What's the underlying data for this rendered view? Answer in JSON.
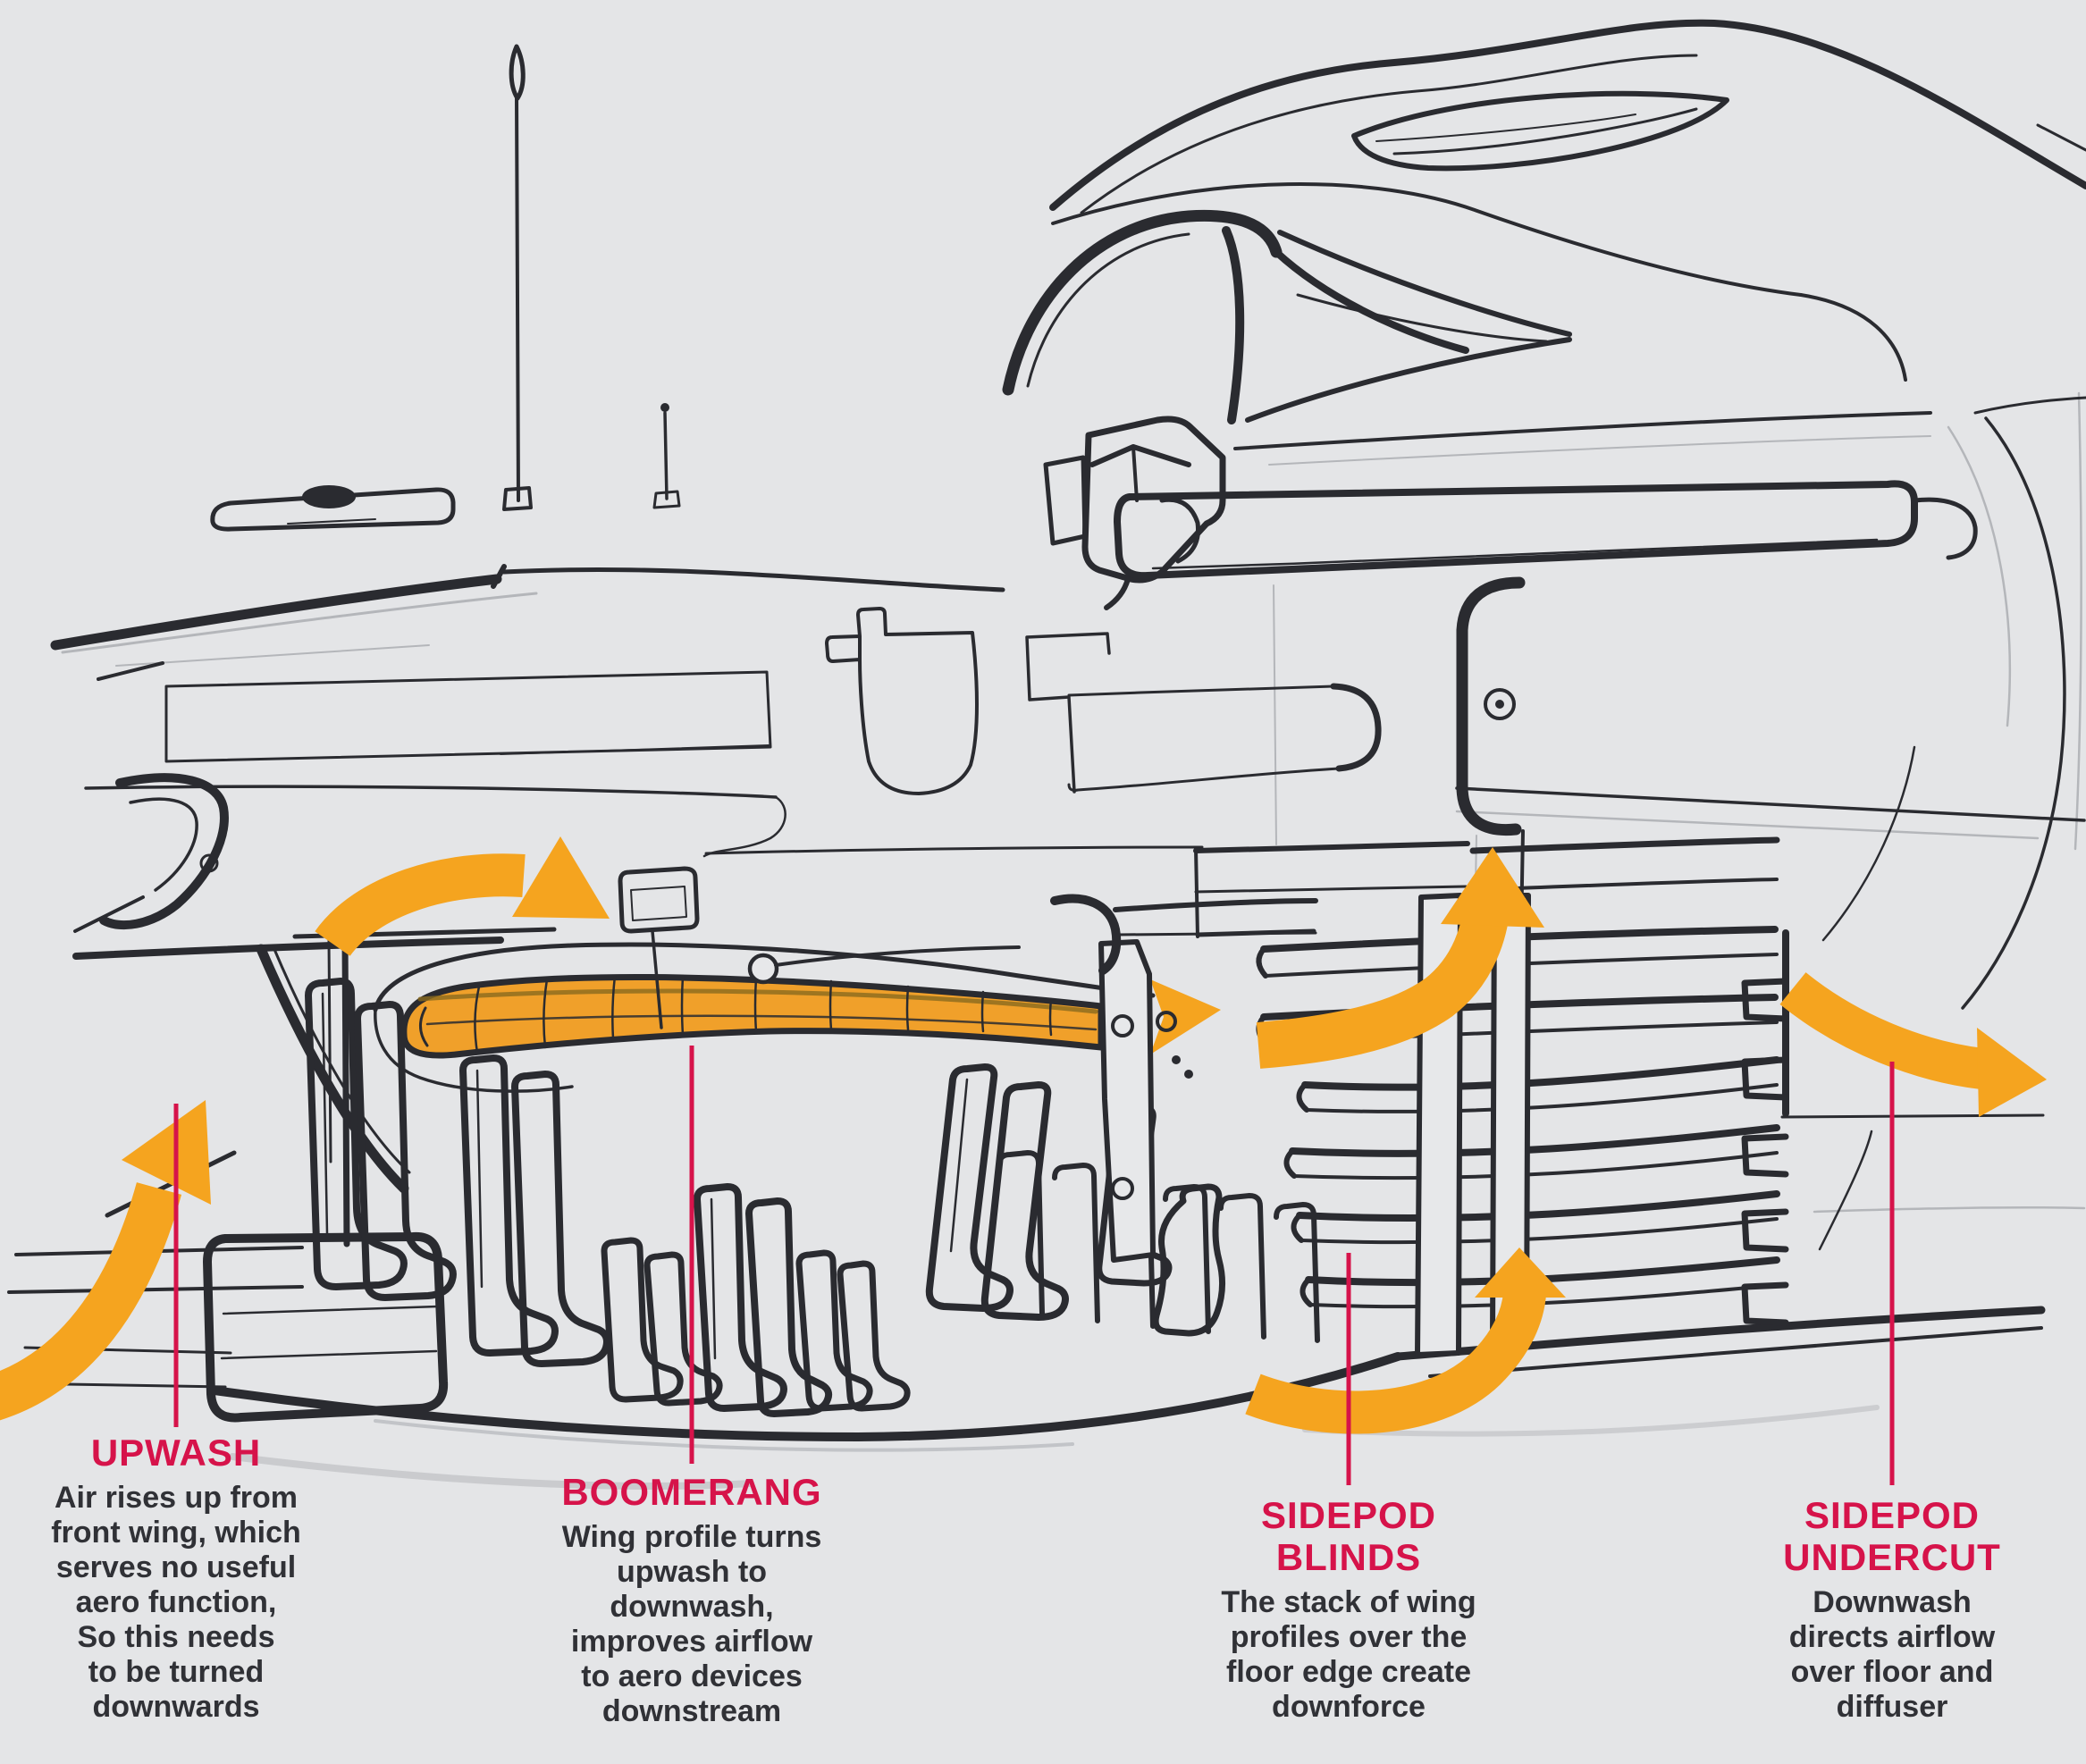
{
  "colors": {
    "background": "#e4e5e7",
    "ink": "#2a2b30",
    "pencil": "#b4b6ba",
    "flow_orange": "#f5a41f",
    "boomerang_orange": "#f0a02a",
    "callout_crimson": "#d6134a",
    "body_text": "#303136"
  },
  "icons": {
    "flow_arrows": [
      "upwash-flow-arrow",
      "bargeboard-flow-arrow",
      "boomerang-downwash-arrow",
      "sidepod-blinds-flow-arrow",
      "sidepod-undercut-flow-arrow"
    ]
  },
  "callouts": [
    {
      "id": "upwash",
      "title": "UPWASH",
      "body": "Air rises up from\nfront wing, which\nserves no useful\naero function,\nSo this needs\nto be turned\ndownwards"
    },
    {
      "id": "boomerang",
      "title": "BOOMERANG",
      "body": "Wing profile turns\nupwash to\ndownwash,\nimproves airflow\nto aero devices\ndownstream"
    },
    {
      "id": "sidepod-blinds",
      "title": "SIDEPOD\nBLINDS",
      "body": "The stack of wing\nprofiles over the\nfloor edge create\ndownforce"
    },
    {
      "id": "sidepod-undercut",
      "title": "SIDEPOD\nUNDERCUT",
      "body": "Downwash\ndirects airflow\nover floor and\ndiffuser"
    }
  ]
}
